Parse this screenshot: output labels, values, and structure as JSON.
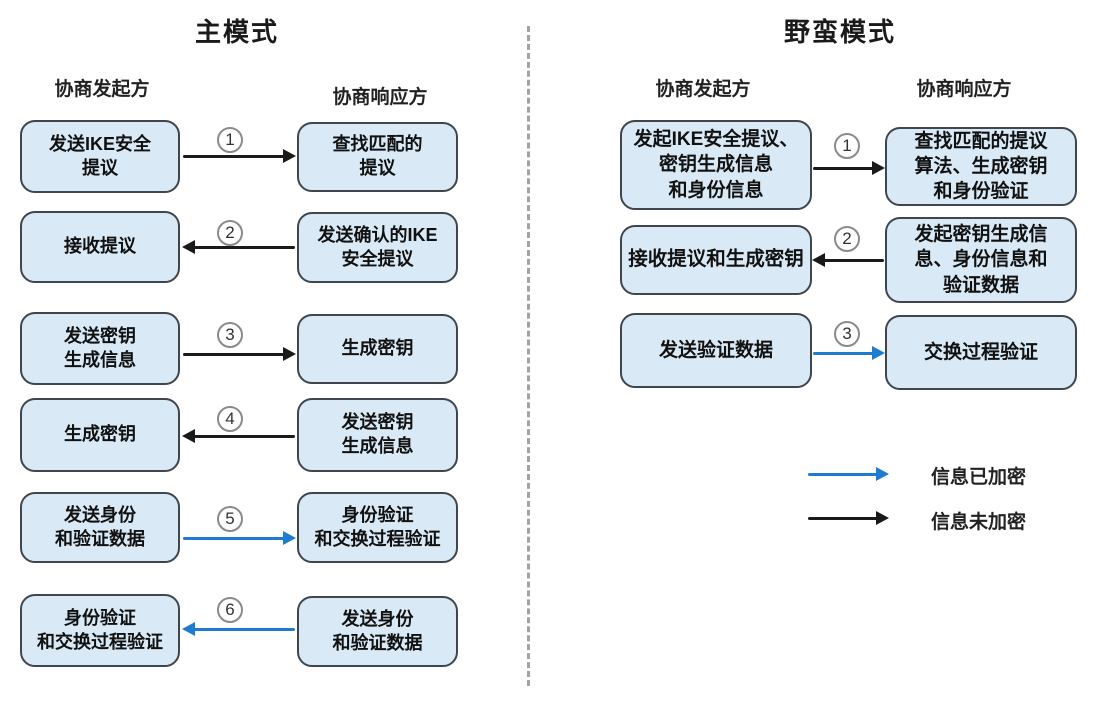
{
  "main_mode": {
    "title": "主模式",
    "initiator_header": "协商发起方",
    "responder_header": "协商响应方",
    "steps": [
      {
        "num": "1",
        "initiator": "发送IKE安全\n提议",
        "responder": "查找匹配的\n提议",
        "direction": "initiator-to-responder",
        "encrypted": false
      },
      {
        "num": "2",
        "initiator": "接收提议",
        "responder": "发送确认的IKE\n安全提议",
        "direction": "responder-to-initiator",
        "encrypted": false
      },
      {
        "num": "3",
        "initiator": "发送密钥\n生成信息",
        "responder": "生成密钥",
        "direction": "initiator-to-responder",
        "encrypted": false
      },
      {
        "num": "4",
        "initiator": "生成密钥",
        "responder": "发送密钥\n生成信息",
        "direction": "responder-to-initiator",
        "encrypted": false
      },
      {
        "num": "5",
        "initiator": "发送身份\n和验证数据",
        "responder": "身份验证\n和交换过程验证",
        "direction": "initiator-to-responder",
        "encrypted": true
      },
      {
        "num": "6",
        "initiator": "身份验证\n和交换过程验证",
        "responder": "发送身份\n和验证数据",
        "direction": "responder-to-initiator",
        "encrypted": true
      }
    ]
  },
  "aggressive_mode": {
    "title": "野蛮模式",
    "initiator_header": "协商发起方",
    "responder_header": "协商响应方",
    "steps": [
      {
        "num": "1",
        "initiator": "发起IKE安全提议、\n密钥生成信息\n和身份信息",
        "responder": "查找匹配的提议\n算法、生成密钥\n和身份验证",
        "direction": "initiator-to-responder",
        "encrypted": false
      },
      {
        "num": "2",
        "initiator": "接收提议和生成密钥",
        "responder": "发起密钥生成信\n息、身份信息和\n验证数据",
        "direction": "responder-to-initiator",
        "encrypted": false
      },
      {
        "num": "3",
        "initiator": "发送验证数据",
        "responder": "交换过程验证",
        "direction": "initiator-to-responder",
        "encrypted": true
      }
    ]
  },
  "legend": {
    "encrypted_label": "信息已加密",
    "unencrypted_label": "信息未加密"
  },
  "colors": {
    "box_fill": "#d9eaf6",
    "box_border": "#3f464d",
    "encrypted_arrow": "#1e7cd0",
    "unencrypted_arrow": "#1a1a1a"
  }
}
